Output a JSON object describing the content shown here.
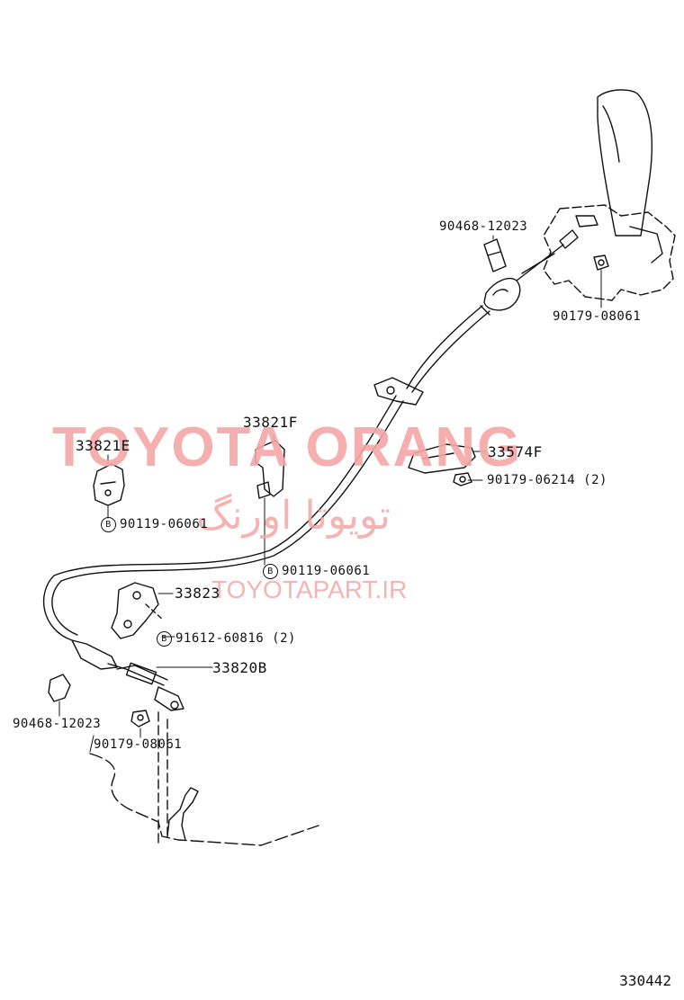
{
  "watermark": {
    "brand": "TOYOTA ORANG",
    "brand_fa": "تویوتا اورنگ",
    "site": "TOYOTAPART.IR"
  },
  "labels": {
    "p90468_top": "90468-12023",
    "p90179_top": "90179-08061",
    "p33821F": "33821F",
    "p33821E": "33821E",
    "p33574F": "33574F",
    "p90179_06214": "90179-06214 (2)",
    "p90119_left": "90119-06061",
    "p90119_mid": "90119-06061",
    "p33823": "33823",
    "p91612": "91612-60816 (2)",
    "p33820B": "33820B",
    "p90468_bottom": "90468-12023",
    "p90179_bottom": "90179-08061",
    "b_symbol": "B"
  },
  "diagram_code": "330442"
}
